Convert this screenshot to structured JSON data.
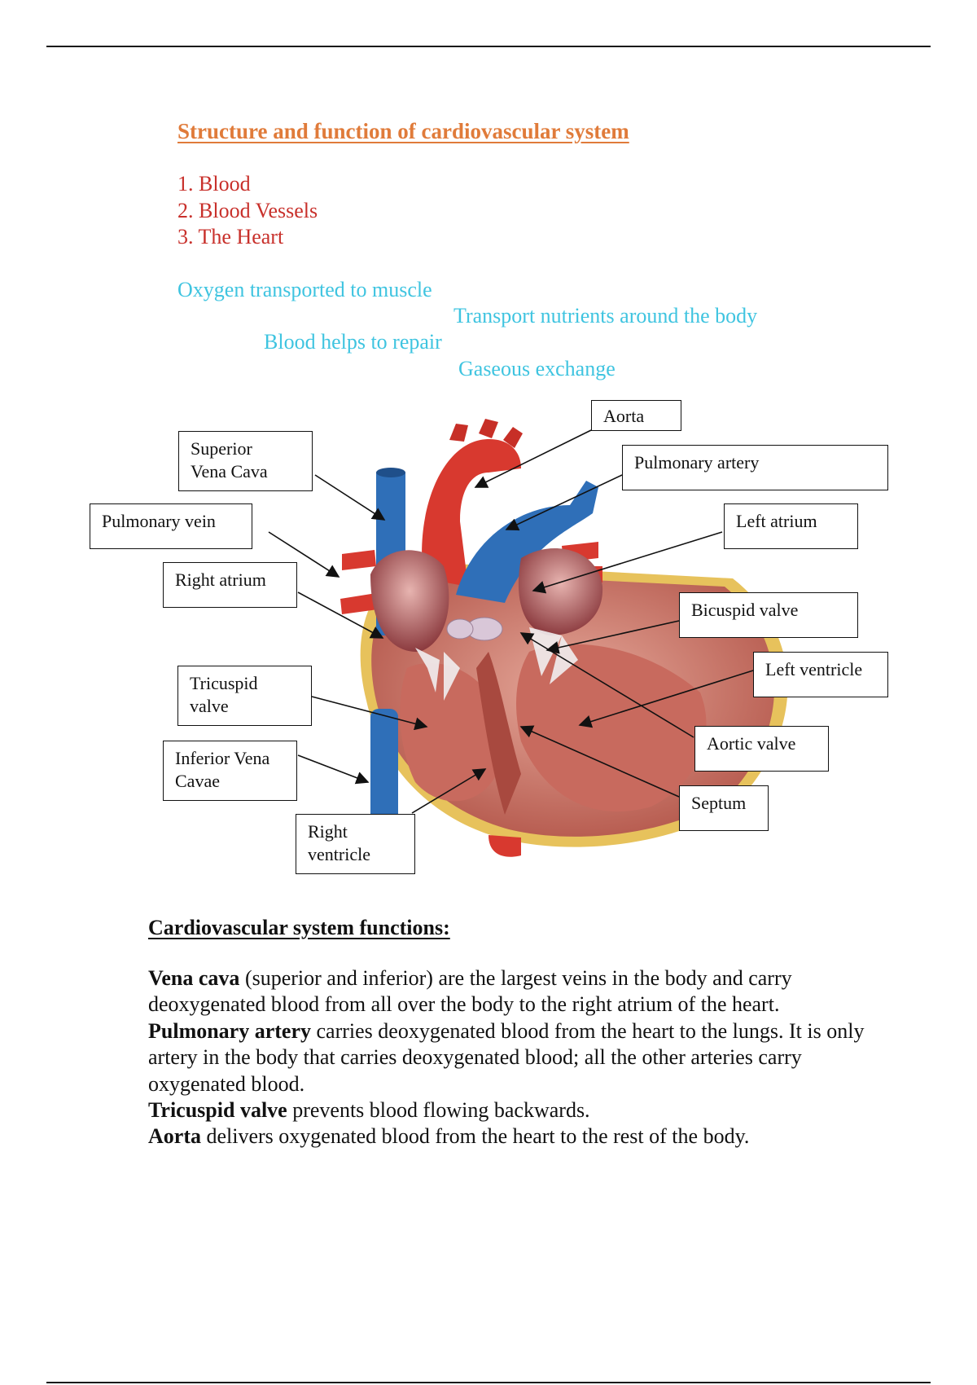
{
  "title": "Structure and function of cardiovascular system",
  "list": [
    "1. Blood",
    "2. Blood Vessels",
    "3. The Heart"
  ],
  "functions_notes": {
    "oxygen": "Oxygen transported to muscle",
    "nutrients": "Transport nutrients around the body",
    "repair": "Blood helps to repair",
    "gas": "Gaseous exchange"
  },
  "diagram_labels": {
    "svc": "Superior\nVena Cava",
    "pulmonary_vein": "Pulmonary vein",
    "right_atrium": "Right atrium",
    "tricuspid": "Tricuspid\nvalve",
    "ivc": "Inferior Vena\nCavae",
    "right_ventricle": "Right\nventricle",
    "aorta": "Aorta",
    "pulmonary_artery": "Pulmonary artery",
    "left_atrium": "Left atrium",
    "bicuspid": "Bicuspid valve",
    "left_ventricle": "Left ventricle",
    "aortic_valve": "Aortic valve",
    "septum": "Septum"
  },
  "section": {
    "heading": "Cardiovascular system functions:",
    "p1": {
      "term": "Vena cava",
      "text": " (superior and inferior) are the largest veins in the body and carry deoxygenated blood from all over the body to the right atrium of the heart."
    },
    "p2": {
      "term": "Pulmonary artery",
      "text": " carries deoxygenated blood from the heart to the lungs. It is only artery in the body that carries deoxygenated blood; all the other arteries carry oxygenated blood."
    },
    "p3": {
      "term": "Tricuspid valve",
      "text": " prevents blood flowing backwards."
    },
    "p4": {
      "term": "Aorta",
      "text": " delivers oxygenated blood from the heart to the rest of the body."
    }
  },
  "colors": {
    "title": "#e07b3a",
    "list": "#c8302b",
    "notes": "#3fc4e0",
    "vein_blue": "#2f6fb8",
    "artery_red": "#d8392f",
    "muscle": "#c86a5e"
  }
}
